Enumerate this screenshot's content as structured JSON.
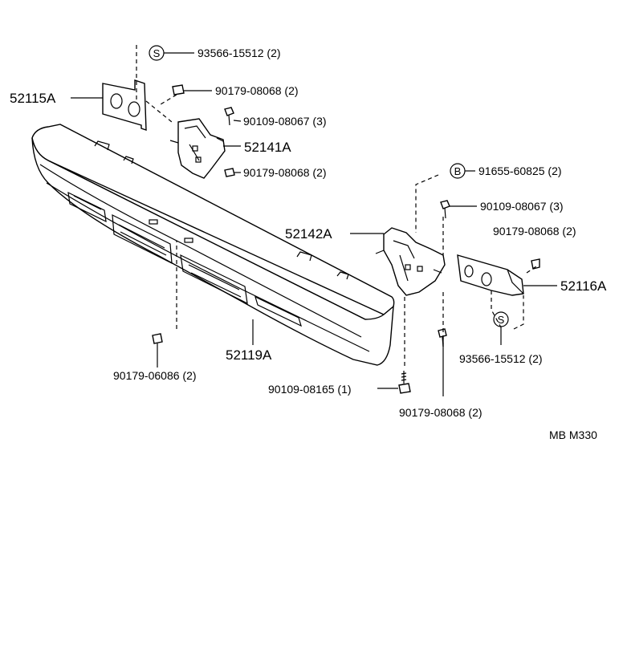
{
  "parts": {
    "bumper_cover": "52119A",
    "left_extension": "52115A",
    "right_extension": "52116A",
    "left_arm": "52141A",
    "right_arm": "52142A"
  },
  "fasteners": {
    "seal_left": "93566-15512 (2)",
    "nut_left_ext": "90179-08068 (2)",
    "bolt_left": "90109-08067 (3)",
    "nut_left_arm": "90179-08068 (2)",
    "clip_right": "91655-60825 (2)",
    "bolt_right": "90109-08067 (3)",
    "nut_right_ext": "90179-08068 (2)",
    "seal_right": "93566-15512 (2)",
    "nut_cover": "90179-06086 (2)",
    "bolt_bottom": "90109-08165 (1)",
    "nut_bottom": "90179-08068 (2)"
  },
  "markers": {
    "s_symbol": "S",
    "b_symbol": "B"
  },
  "footer": {
    "code": "MB  M330"
  }
}
